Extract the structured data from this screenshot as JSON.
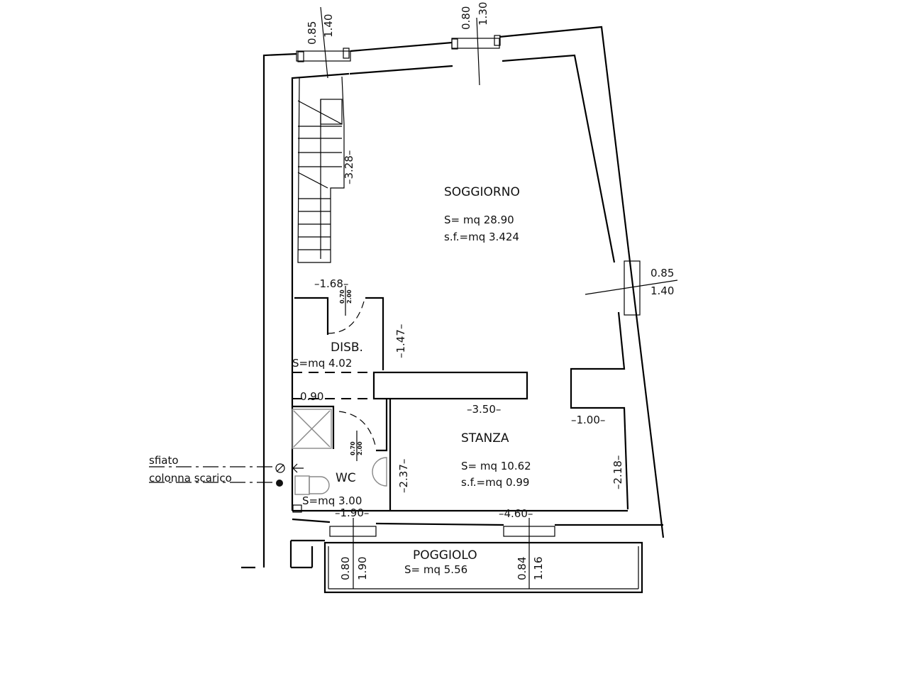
{
  "rooms": {
    "soggiorno": {
      "name": "SOGGIORNO",
      "area": "S=  mq  28.90",
      "window_area": "s.f.=mq  3.424"
    },
    "disb": {
      "name": "DISB.",
      "area": "S=mq  4.02"
    },
    "wc": {
      "name": "WC",
      "area": "S=mq  3.00"
    },
    "stanza": {
      "name": "STANZA",
      "area": "S=  mq  10.62",
      "window_area": "s.f.=mq  0.99"
    },
    "poggiolo": {
      "name": "POGGIOLO",
      "area": "S=  mq  5.56"
    }
  },
  "dimensions": {
    "stair": "–3.28–",
    "disb_width": "–1.68–",
    "disb_height": "–1.47–",
    "wc_width_top": "0.90",
    "wc_width_bottom": "–1.90–",
    "wc_height": "–2.37–",
    "stanza_top": "–3.50–",
    "stanza_bottom": "–4.60–",
    "stanza_right": "–2.18–",
    "notch": "–1.00–"
  },
  "openings": {
    "win_top_left": [
      "0.85",
      "1.40"
    ],
    "win_top_mid": [
      "0.80",
      "1.30"
    ],
    "win_right": [
      "0.85",
      "1.40"
    ],
    "door_wc_balcony": [
      "0.80",
      "1.90"
    ],
    "door_stanza_balcony": [
      "0.84",
      "1.16"
    ],
    "door_disb": [
      "0.70",
      "2.00"
    ],
    "door_wc": [
      "0.70",
      "2.00"
    ]
  },
  "notes": {
    "vent_line1": "sfiato",
    "vent_line2": "colonna scarico"
  }
}
